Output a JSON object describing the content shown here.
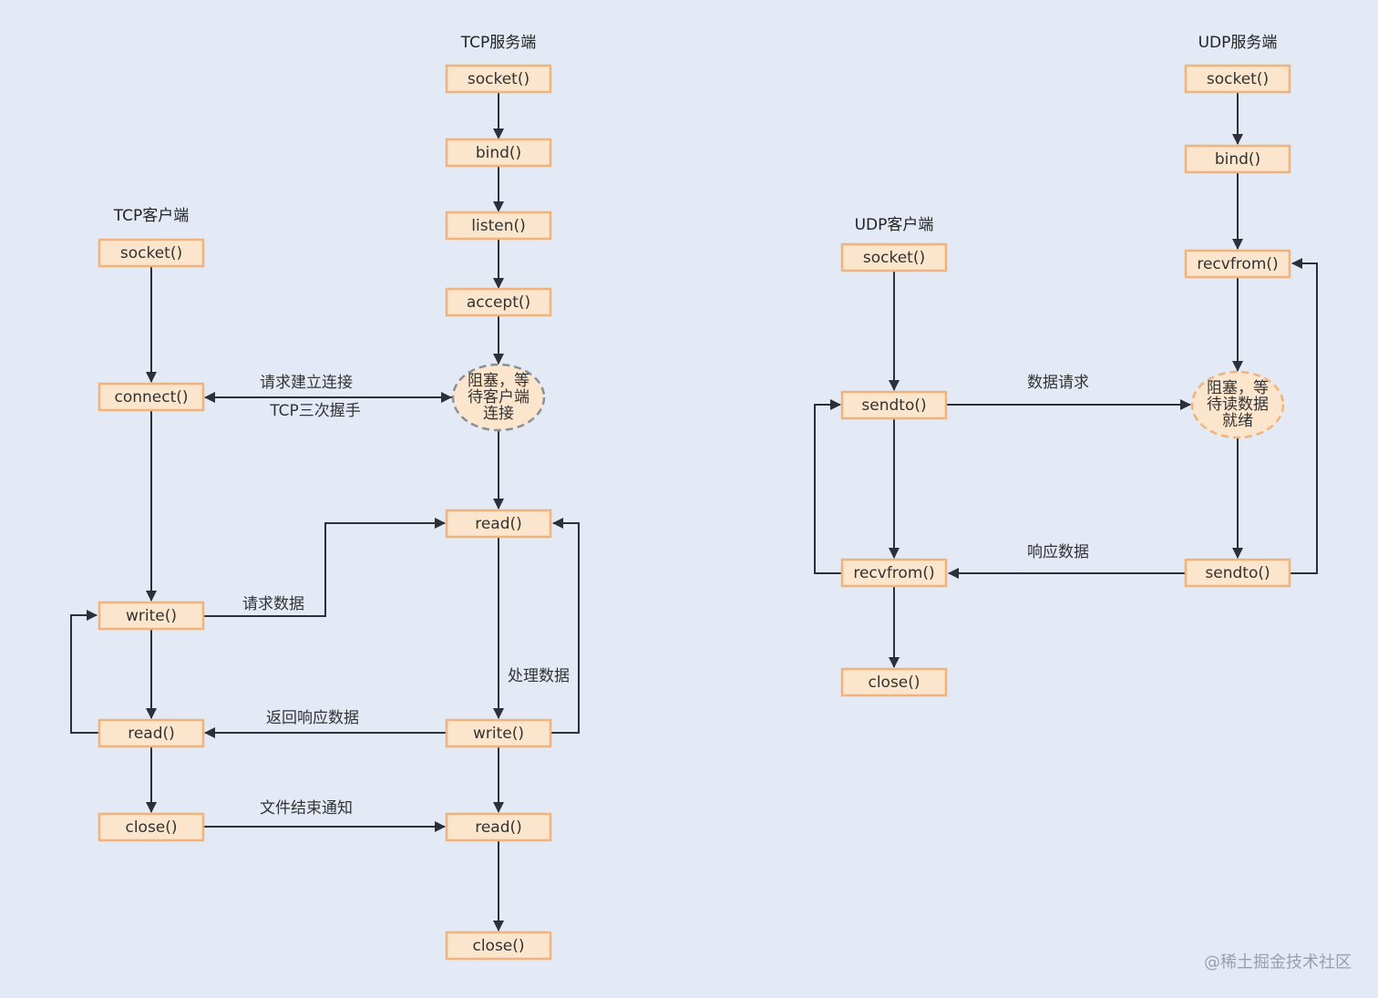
{
  "titles": {
    "tcp_server": "TCP服务端",
    "tcp_client": "TCP客户端",
    "udp_client": "UDP客户端",
    "udp_server": "UDP服务端"
  },
  "tcp_server": {
    "socket": "socket()",
    "bind": "bind()",
    "listen": "listen()",
    "accept": "accept()",
    "wait_lines": [
      "阻塞，等",
      "待客户端",
      "连接"
    ],
    "read1": "read()",
    "write": "write()",
    "read2": "read()",
    "close": "close()"
  },
  "tcp_client": {
    "socket": "socket()",
    "connect": "connect()",
    "write": "write()",
    "read": "read()",
    "close": "close()"
  },
  "udp_client": {
    "socket": "socket()",
    "sendto": "sendto()",
    "recvfrom": "recvfrom()",
    "close": "close()"
  },
  "udp_server": {
    "socket": "socket()",
    "bind": "bind()",
    "recvfrom": "recvfrom()",
    "wait_lines": [
      "阻塞，等",
      "待读数据",
      "就绪"
    ],
    "sendto": "sendto()"
  },
  "edge_labels": {
    "connect_top": "请求建立连接",
    "connect_bottom": "TCP三次握手",
    "request_data": "请求数据",
    "process_data": "处理数据",
    "return_response": "返回响应数据",
    "eof_notify": "文件结束通知",
    "udp_request": "数据请求",
    "udp_response": "响应数据"
  },
  "watermark": "@稀土掘金技术社区"
}
